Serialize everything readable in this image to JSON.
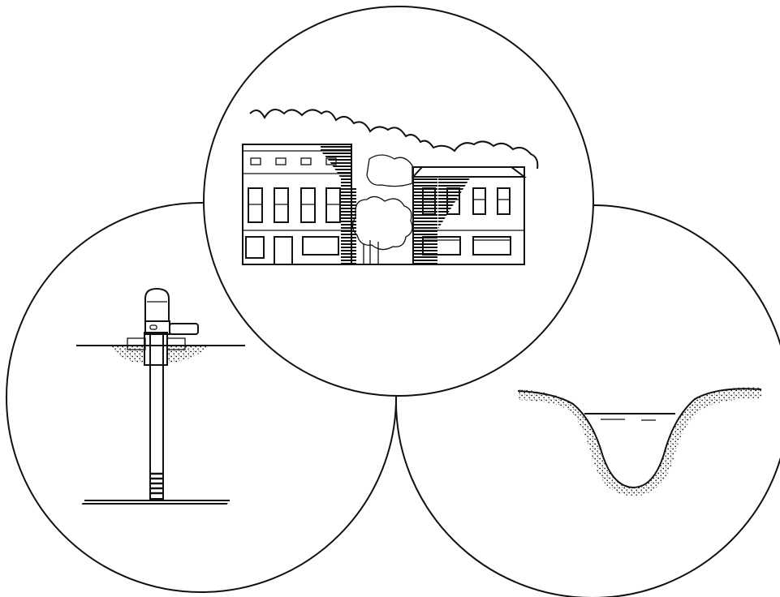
{
  "diagram": {
    "panels": [
      {
        "id": "urban",
        "depicts": "buildings-and-trees-icon"
      },
      {
        "id": "well",
        "depicts": "well-pump-icon"
      },
      {
        "id": "stream",
        "depicts": "stream-channel-icon"
      }
    ],
    "colors": {
      "ink": "#111111",
      "background": "#ffffff"
    }
  }
}
